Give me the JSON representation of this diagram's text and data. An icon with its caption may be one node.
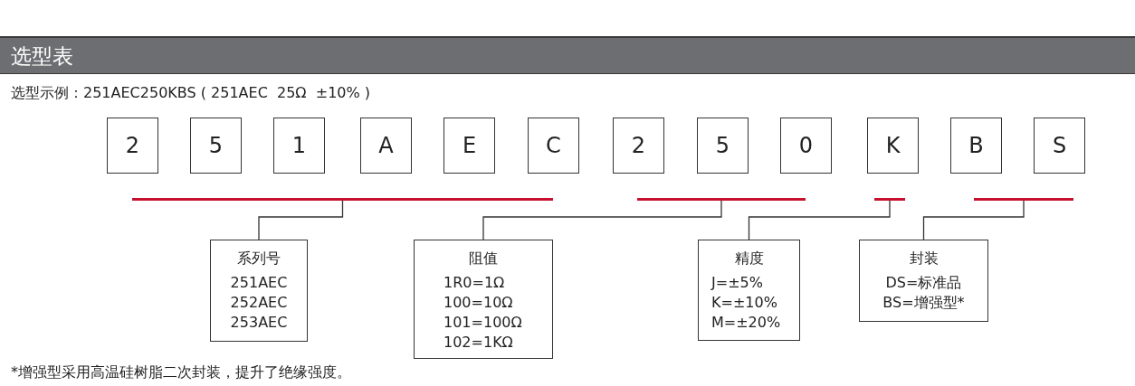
{
  "diagram": {
    "nodes": [
      {
        "text": [
          "选型表"
        ]
      },
      {
        "text": [
          "2"
        ]
      },
      {
        "text": [
          "5"
        ]
      },
      {
        "text": [
          "1"
        ]
      },
      {
        "text": [
          "A"
        ]
      },
      {
        "text": [
          "E"
        ]
      },
      {
        "text": [
          "C"
        ]
      },
      {
        "text": [
          "2"
        ]
      },
      {
        "text": [
          "5"
        ]
      },
      {
        "text": [
          "0"
        ]
      },
      {
        "text": [
          "K"
        ]
      },
      {
        "text": [
          "B"
        ]
      },
      {
        "text": [
          "S"
        ]
      },
      {
        "text": [],
        "shape": "bar"
      },
      {
        "text": [],
        "shape": "bar"
      },
      {
        "text": [],
        "shape": "bar"
      },
      {
        "text": [],
        "shape": "bar"
      },
      {
        "text": [
          "系列号",
          "251AEC",
          "252AEC",
          "253AEC"
        ]
      },
      {
        "text": [
          "阻值",
          "1R0=1Ω",
          "100=10Ω",
          "101=100Ω",
          "102=1KΩ"
        ]
      },
      {
        "text": [
          "精度",
          "J=±5%",
          "K=±10%",
          "M=±20%"
        ]
      },
      {
        "text": [
          "封装",
          "DS=标准品",
          "BS=增强型*"
        ]
      }
    ],
    "edges": [
      {
        "from": 13,
        "to": 17,
        "arrow": "none"
      },
      {
        "from": 14,
        "to": 18,
        "arrow": "none"
      },
      {
        "from": 15,
        "to": 19,
        "arrow": "none"
      },
      {
        "from": 16,
        "to": 20,
        "arrow": "none"
      }
    ],
    "labels": [
      "选型示例：251AEC250KBS ( 251AEC  25Ω  ±10% )",
      "*增强型采用高温硅树脂二次封装，提升了绝缘强度。"
    ]
  }
}
